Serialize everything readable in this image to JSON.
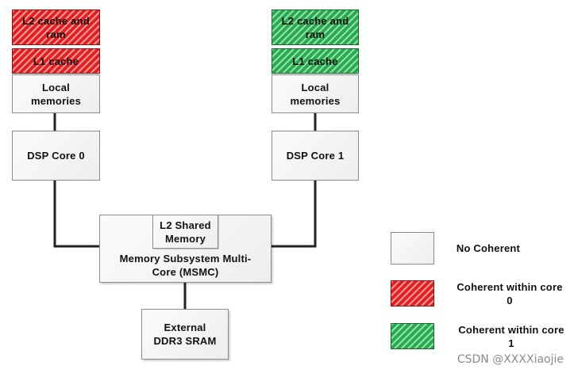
{
  "core0": {
    "l2_cache": "L2 cache and ram",
    "l1_cache": "L1 cache",
    "local_memories": "Local memories",
    "core_label": "DSP Core 0"
  },
  "core1": {
    "l2_cache": "L2 cache and ram",
    "l1_cache": "L1 cache",
    "local_memories": "Local memories",
    "core_label": "DSP Core 1"
  },
  "msmc": {
    "l2_shared": "L2 Shared Memory",
    "label": "Memory Subsystem Multi-Core (MSMC)"
  },
  "external": {
    "label": "External DDR3 SRAM"
  },
  "legend": {
    "items": [
      {
        "label": "No Coherent",
        "color": "#f0f0f0"
      },
      {
        "label": "Coherent within core 0",
        "color": "#e61e1e"
      },
      {
        "label": "Coherent within core 1",
        "color": "#22ac4c"
      }
    ]
  },
  "watermark": "CSDN @XXXXiaojie"
}
